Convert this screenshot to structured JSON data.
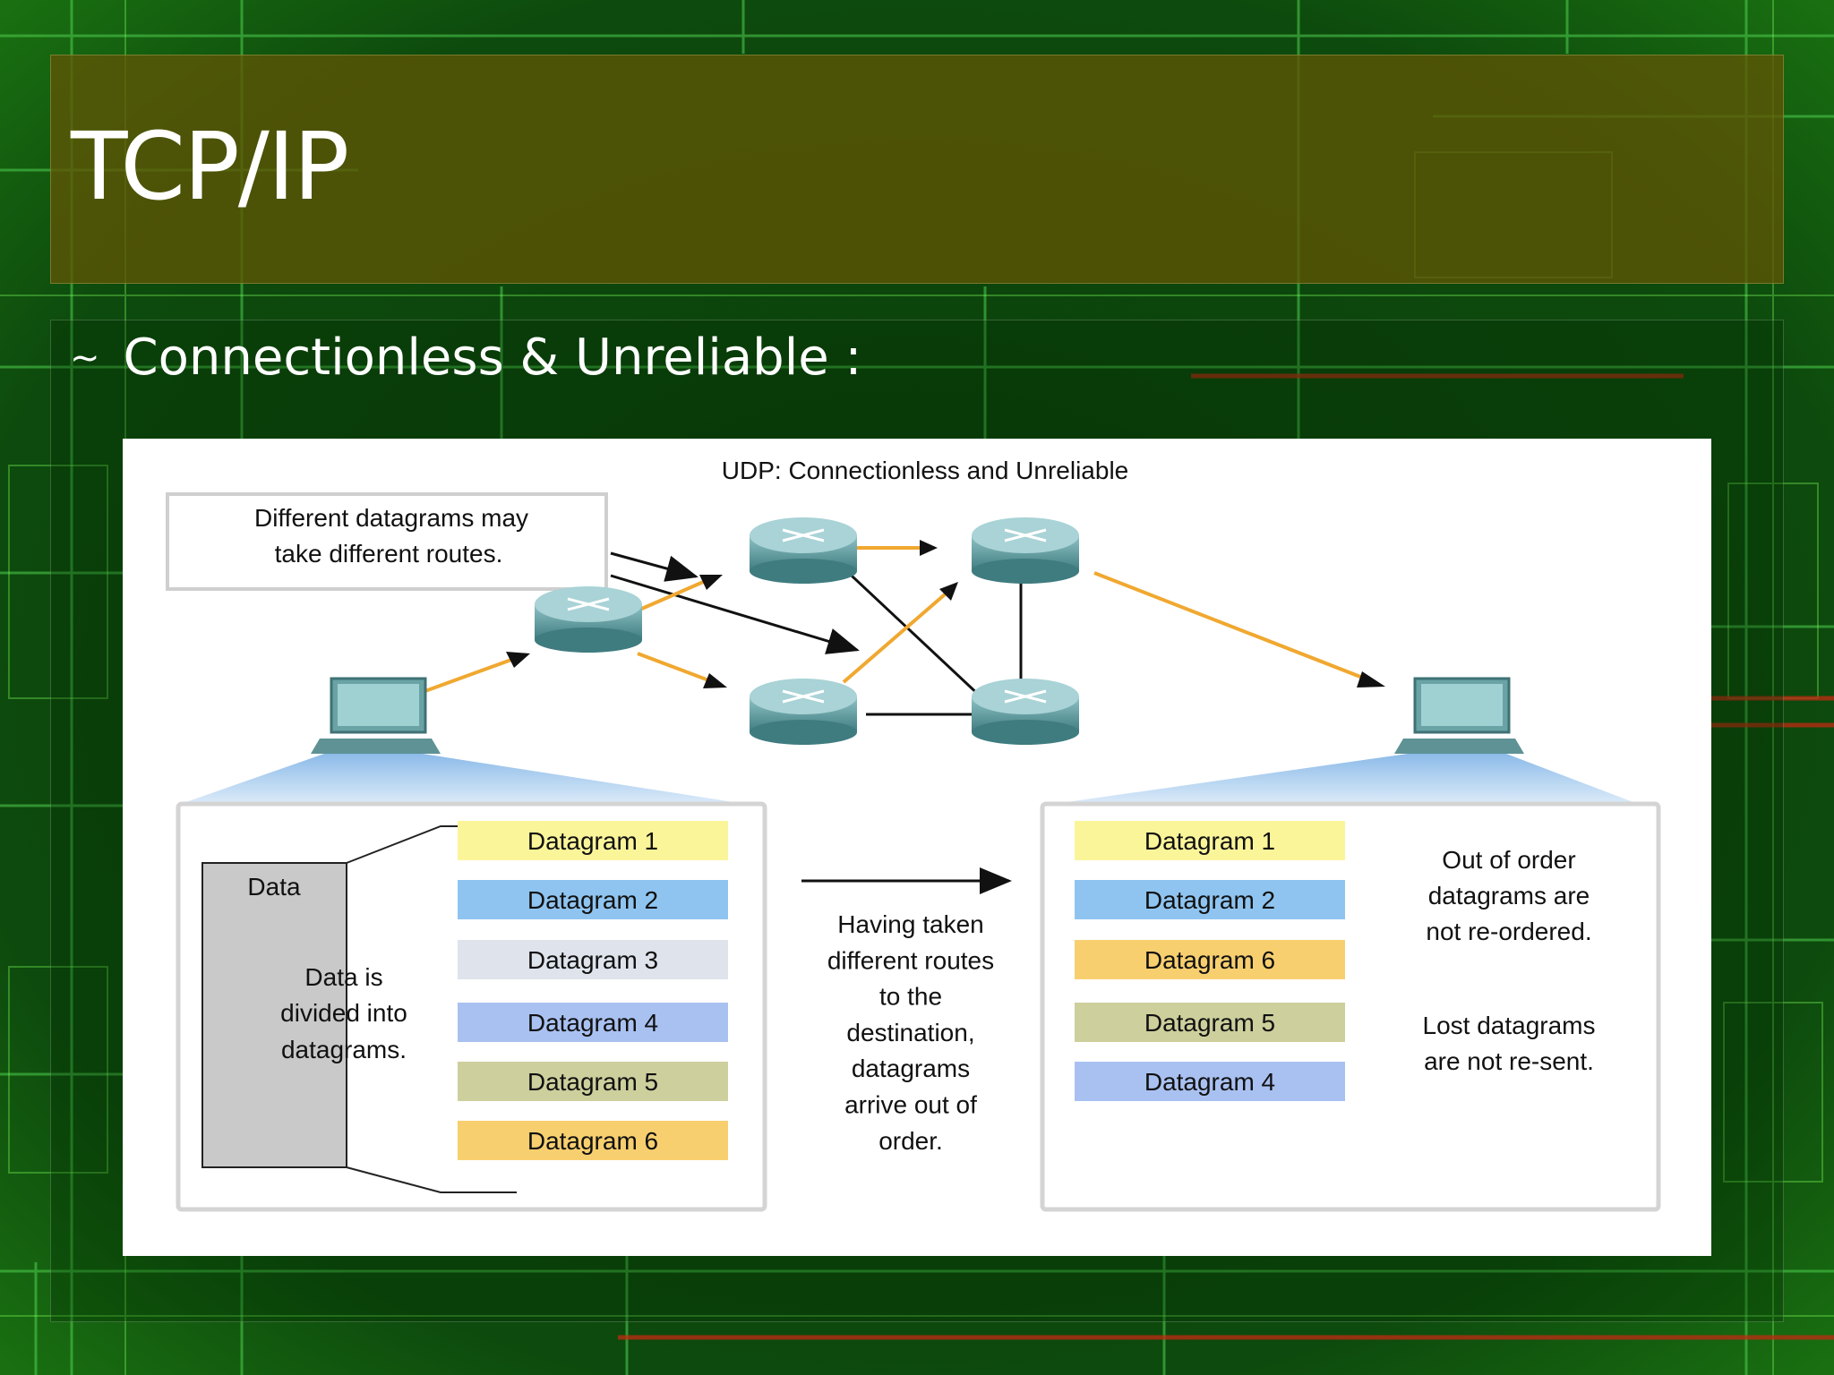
{
  "slide": {
    "title": "TCP/IP",
    "bullet_marker": "~",
    "bullet_text": "Connectionless & Unreliable :"
  },
  "diagram": {
    "title": "UDP: Connectionless and Unreliable",
    "callout_line1": "Different datagrams may",
    "callout_line2": "take different routes.",
    "data_label": "Data",
    "divided_line1": "Data is",
    "divided_line2": "divided into",
    "divided_line3": "datagrams.",
    "sent_datagrams": [
      {
        "label": "Datagram 1",
        "color": "#fbf59a"
      },
      {
        "label": "Datagram 2",
        "color": "#8fc4f0"
      },
      {
        "label": "Datagram 3",
        "color": "#dfe3ec"
      },
      {
        "label": "Datagram 4",
        "color": "#a9c1f1"
      },
      {
        "label": "Datagram 5",
        "color": "#cdcf9c"
      },
      {
        "label": "Datagram 6",
        "color": "#f8cf6f"
      }
    ],
    "received_datagrams": [
      {
        "label": "Datagram 1",
        "color": "#fbf59a"
      },
      {
        "label": "Datagram 2",
        "color": "#8fc4f0"
      },
      {
        "label": "Datagram 6",
        "color": "#f8cf6f"
      },
      {
        "label": "Datagram 5",
        "color": "#cdcf9c"
      },
      {
        "label": "Datagram 4",
        "color": "#a9c1f1"
      }
    ],
    "middle_text": [
      "Having taken",
      "different routes",
      "to the",
      "destination,",
      "datagrams",
      "arrive out of",
      "order."
    ],
    "note1": [
      "Out of order",
      "datagrams are",
      "not re-ordered."
    ],
    "note2": [
      "Lost datagrams",
      "are not re-sent."
    ],
    "colors": {
      "route_path": "#f0a830",
      "router": "#5f9a9e"
    },
    "icons": [
      "computer-icon",
      "router-icon"
    ]
  }
}
